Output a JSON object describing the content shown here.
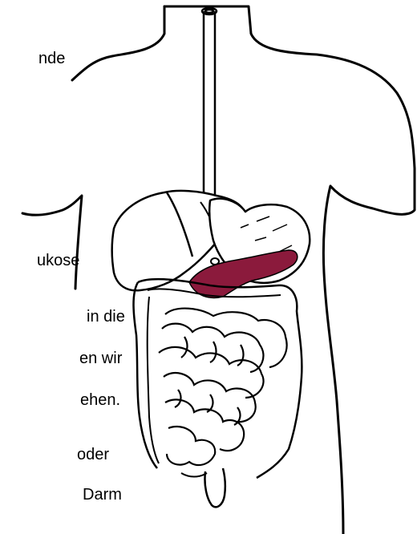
{
  "text_fragments": [
    "nde",
    "ukose",
    "in  die",
    "en wir",
    "ehen.",
    "oder",
    "Darm"
  ],
  "colors": {
    "outline": "#000000",
    "pancreas_highlight": "#8b1a3c",
    "background": "#ffffff"
  }
}
